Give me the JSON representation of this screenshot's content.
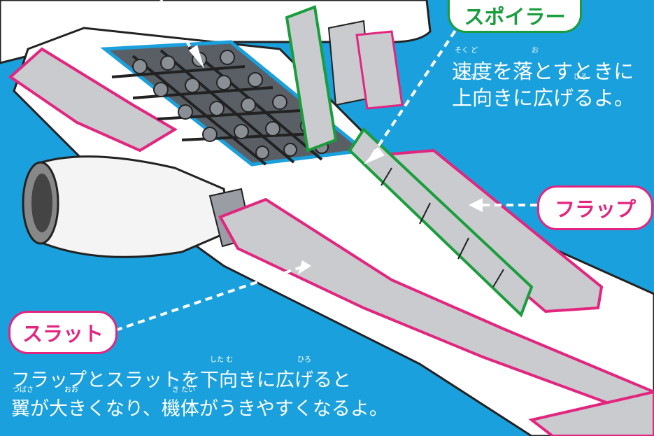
{
  "labels": {
    "spoiler": "スポイラー",
    "flap": "フラップ",
    "slat": "スラット"
  },
  "captions": {
    "spoiler_line1": "速度を落とすときに",
    "spoiler_line2": "上向きに広げるよ。",
    "slat_line1": "フラップとスラットを下向きに広げると",
    "slat_line2": "翼が大きくなり、機体がうきやすくなるよ。"
  },
  "ruby": {
    "sokudo": "そく ど",
    "otosu": "お",
    "uemuki": "うえ む",
    "hirogeru_1": "ひろ",
    "shitamuki": "した む",
    "hirogeru_2": "ひろ",
    "tsubasa": "つばさ",
    "ookiku": "おお",
    "kitai": "き たい"
  },
  "colors": {
    "background": "#1aa0dc",
    "spoiler_green": "#1a9d3c",
    "flap_magenta": "#e2267f",
    "panel_gray": "#c9cbcf",
    "wing_white": "#ffffff",
    "outline": "#222222"
  }
}
